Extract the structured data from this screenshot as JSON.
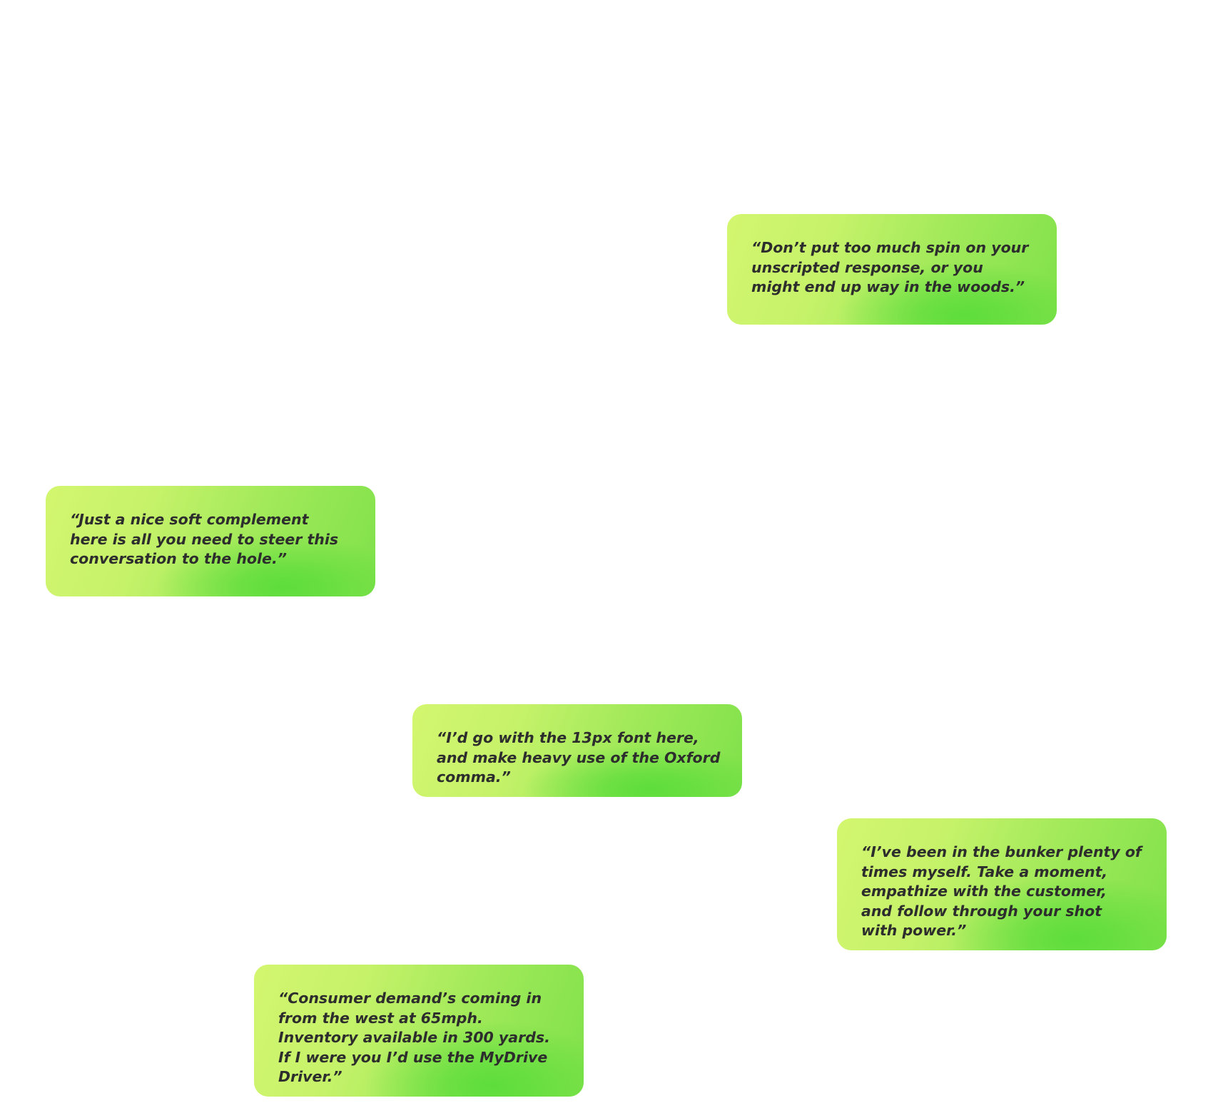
{
  "quotes": [
    {
      "text": "“Don’t put too much spin on your unscripted response, or you might end up way in the woods.”"
    },
    {
      "text": "“Just a nice soft complement here is all you need to steer this conversation to the hole.”"
    },
    {
      "text": "“I’d go with the 13px font here, and make heavy use of the Oxford comma.”"
    },
    {
      "text": "“I’ve been in the bunker plenty of times myself. Take a moment, empathize with the customer, and follow through your shot with power.”"
    },
    {
      "text": "“Consumer demand’s coming in from the west at 65mph. Inventory available in 300 yards. If I were you I’d use the MyDrive Driver.”"
    }
  ],
  "colors": {
    "bubble_light": "#d3f66f",
    "bubble_dark": "#5ddd3c",
    "text": "#2d2d2d",
    "background": "#ffffff"
  }
}
